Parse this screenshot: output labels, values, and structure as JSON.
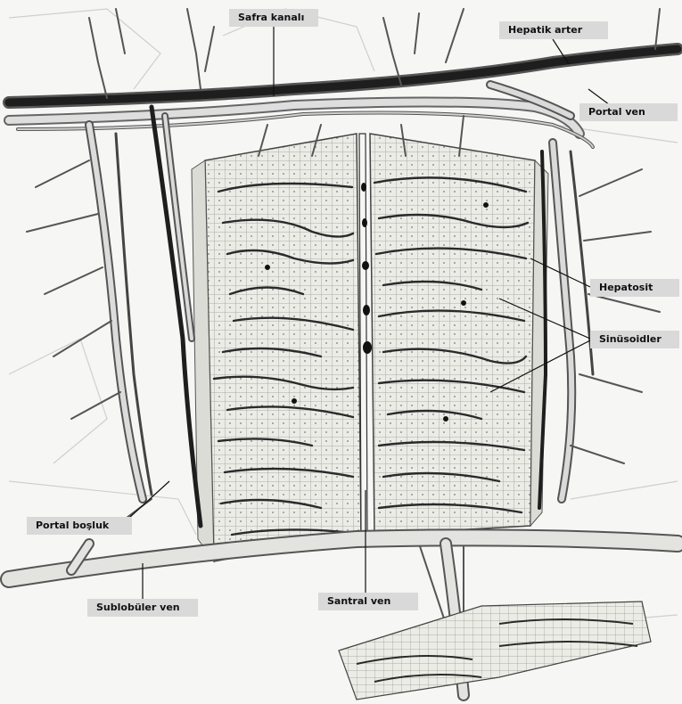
{
  "labels": {
    "safra_kanali": "Safra kanalı",
    "hepatik_arter": "Hepatik arter",
    "portal_ven": "Portal ven",
    "hepatosit": "Hepatosit",
    "sinusoidler": "Sinüsoidler",
    "portal_bosluk": "Portal boşluk",
    "sublobuler_ven": "Sublobüler ven",
    "santral_ven": "Santral ven"
  },
  "colors": {
    "label_bg": "#d9d9d9",
    "paper": "#f6f6f4",
    "ink": "#1a1a1a",
    "vessel_dark": "#222222",
    "vessel_light": "#d8d8d4",
    "cell": "#ebebe6"
  }
}
